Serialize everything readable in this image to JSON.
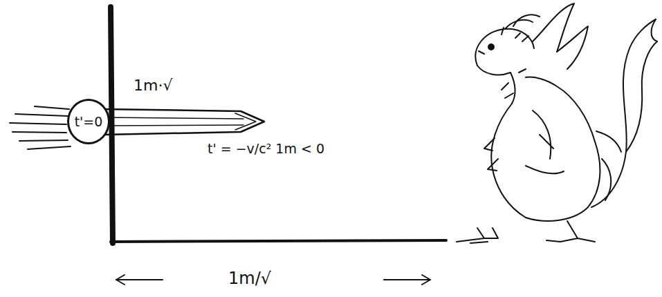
{
  "diagram": {
    "nodes": [
      {
        "text": [
          "t'=0"
        ]
      }
    ],
    "labels": [
      "1m·√",
      "t' = −v/c² 1m < 0",
      "1m/√"
    ]
  }
}
